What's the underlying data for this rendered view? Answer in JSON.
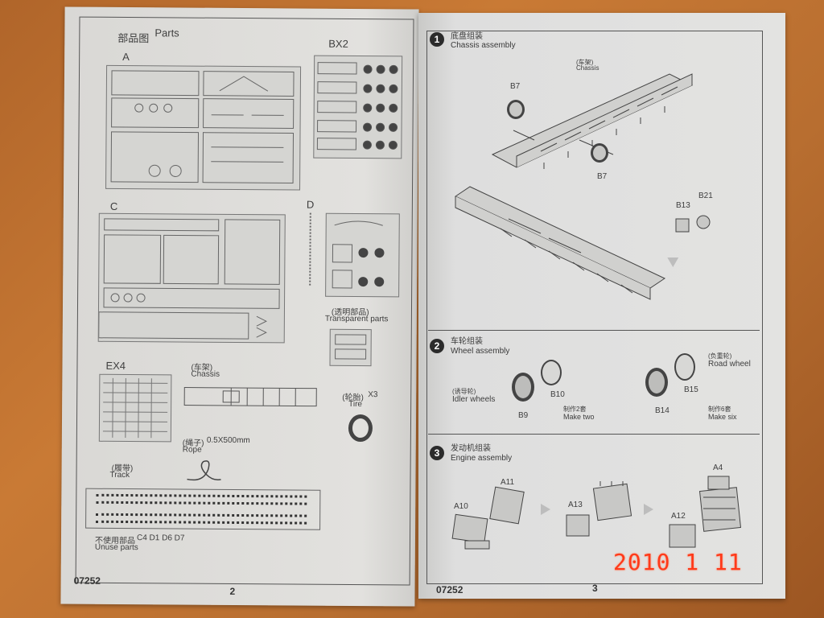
{
  "left_page": {
    "header_cn": "部品图",
    "header_en": "Parts",
    "sprue_labels": {
      "a": "A",
      "bx2": "BX2",
      "c": "C",
      "d": "D",
      "ex4": "EX4"
    },
    "transparent_cn": "(透明部品)",
    "transparent_en": "Transparent parts",
    "chassis_cn": "(车架)",
    "chassis_en": "Chassis",
    "tire_cn": "(轮胎)",
    "tire_qty": "X3",
    "tire_en": "Tire",
    "rope_cn": "(绳子)",
    "rope_size": "0.5X500mm",
    "rope_en": "Rope",
    "track_cn": "(履带)",
    "track_en": "Track",
    "unused_cn": "不使用部品",
    "unused_list": "C4 D1 D6 D7",
    "unused_en": "Unuse parts",
    "kit_number": "07252",
    "page_number": "2"
  },
  "right_page": {
    "steps": [
      {
        "number": "1",
        "title_cn": "底盘组装",
        "title_en": "Chassis assembly"
      },
      {
        "number": "2",
        "title_cn": "车轮组装",
        "title_en": "Wheel assembly"
      },
      {
        "number": "3",
        "title_cn": "发动机组装",
        "title_en": "Engine assembly"
      }
    ],
    "chassis_note_cn": "(车架)",
    "chassis_note_en": "Chassis",
    "parts": {
      "b7_top": "B7",
      "b7_bottom": "B7",
      "b13": "B13",
      "b21": "B21",
      "b9": "B9",
      "b10": "B10",
      "b14": "B14",
      "b15": "B15",
      "a10": "A10",
      "a11": "A11",
      "a13": "A13",
      "a12": "A12",
      "a4": "A4"
    },
    "idler_cn": "(诱导轮)",
    "idler_en": "Idler wheels",
    "road_cn": "(负重轮)",
    "road_en": "Road wheel",
    "make_two_cn": "制作2套",
    "make_two_en": "Make two",
    "make_six_cn": "制作6套",
    "make_six_en": "Make six",
    "kit_number": "07252",
    "page_number": "3"
  },
  "date_stamp": "2010  1 11"
}
